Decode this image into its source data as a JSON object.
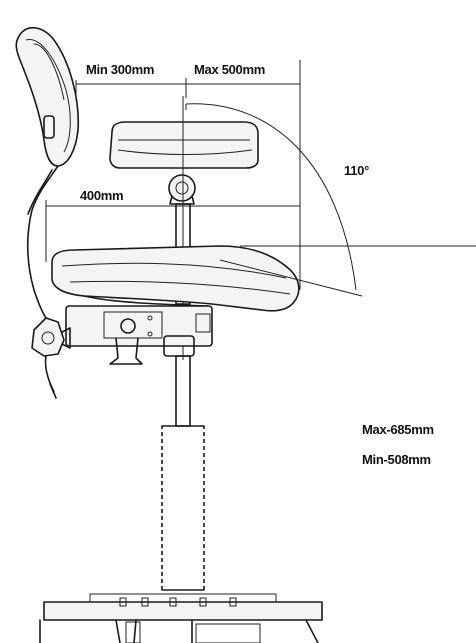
{
  "labels": {
    "min_width": "Min 300mm",
    "max_width": "Max 500mm",
    "angle": "110°",
    "seat_depth": "400mm",
    "max_height": "Max-685mm",
    "min_height": "Min-508mm"
  },
  "colors": {
    "line": "#1a1a1a",
    "background": "#ffffff"
  }
}
